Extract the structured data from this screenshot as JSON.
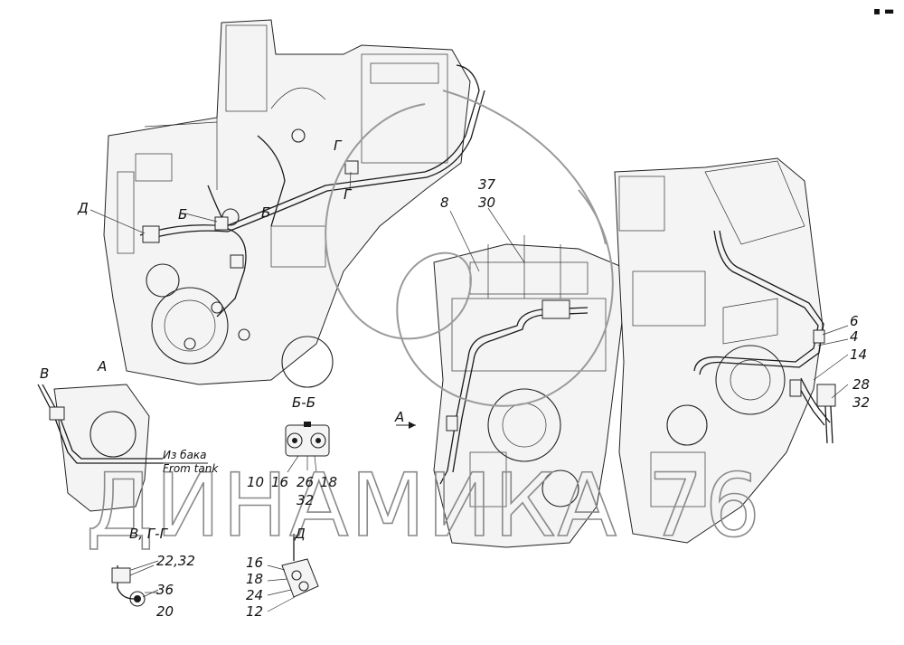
{
  "watermark": {
    "text": "ДИНАМИКА 76"
  },
  "corner_mark": "▪ ▬",
  "views": {
    "main_left": {
      "refs": [
        "Д",
        "Б",
        "Б",
        "Г",
        "Г"
      ]
    },
    "view_a": {
      "title": "А",
      "label_v": "В",
      "from_tank_ru": "Из бака",
      "from_tank_en": "From tank"
    },
    "section_bb": {
      "title": "Б-Б",
      "parts": [
        "10",
        "16",
        "26",
        "18",
        "32"
      ]
    },
    "view_vgg": {
      "title": "В, Г-Г",
      "parts": [
        "22,32",
        "36",
        "20"
      ]
    },
    "view_d": {
      "title": "Д",
      "parts": [
        "16",
        "18",
        "24",
        "12"
      ]
    },
    "main_center": {
      "parts": [
        "37",
        "30",
        "8"
      ],
      "arrow_label": "А"
    },
    "main_right": {
      "parts": [
        "6",
        "4",
        "14",
        "28",
        "32"
      ]
    }
  }
}
